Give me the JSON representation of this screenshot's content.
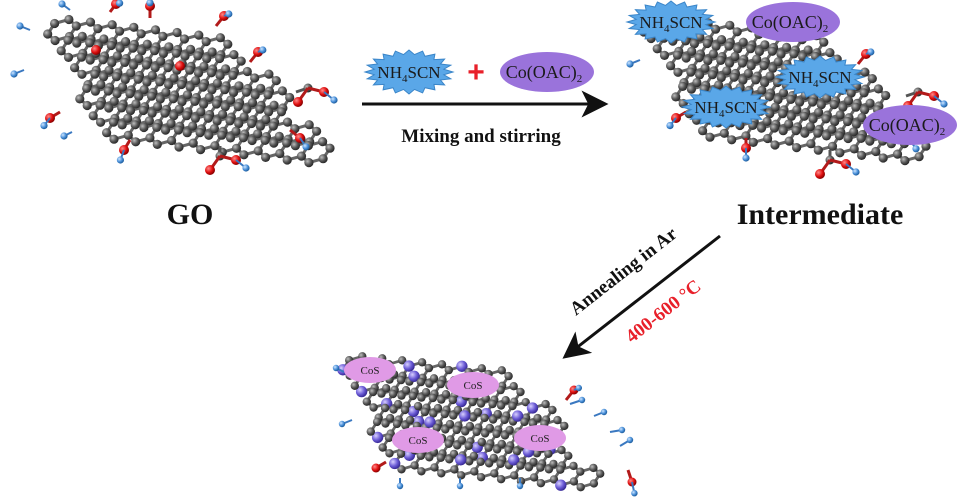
{
  "labels": {
    "go": "GO",
    "intermediate": "Intermediate",
    "mixing": "Mixing and stirring",
    "annealing": "Annealing in Ar",
    "temperature": "400-600 °C",
    "plus": "+"
  },
  "reagents": {
    "thiocyanate": {
      "main": "NH",
      "sub": "4",
      "rest": "SCN"
    },
    "cobalt": {
      "main": "Co(OAC)",
      "sub": "2"
    }
  },
  "products": {
    "cos": "CoS"
  },
  "colors": {
    "carbon": "#595959",
    "oxygen": "#e21b1b",
    "hydrogen": "#4a90d9",
    "nitrogen": "#6b5bd6",
    "burst": "#5aa7e8",
    "cobalt_ellipse": "#9a73db",
    "cos_ellipse": "#e09ae6",
    "arrow": "#111111",
    "red_text": "#e8202a"
  }
}
